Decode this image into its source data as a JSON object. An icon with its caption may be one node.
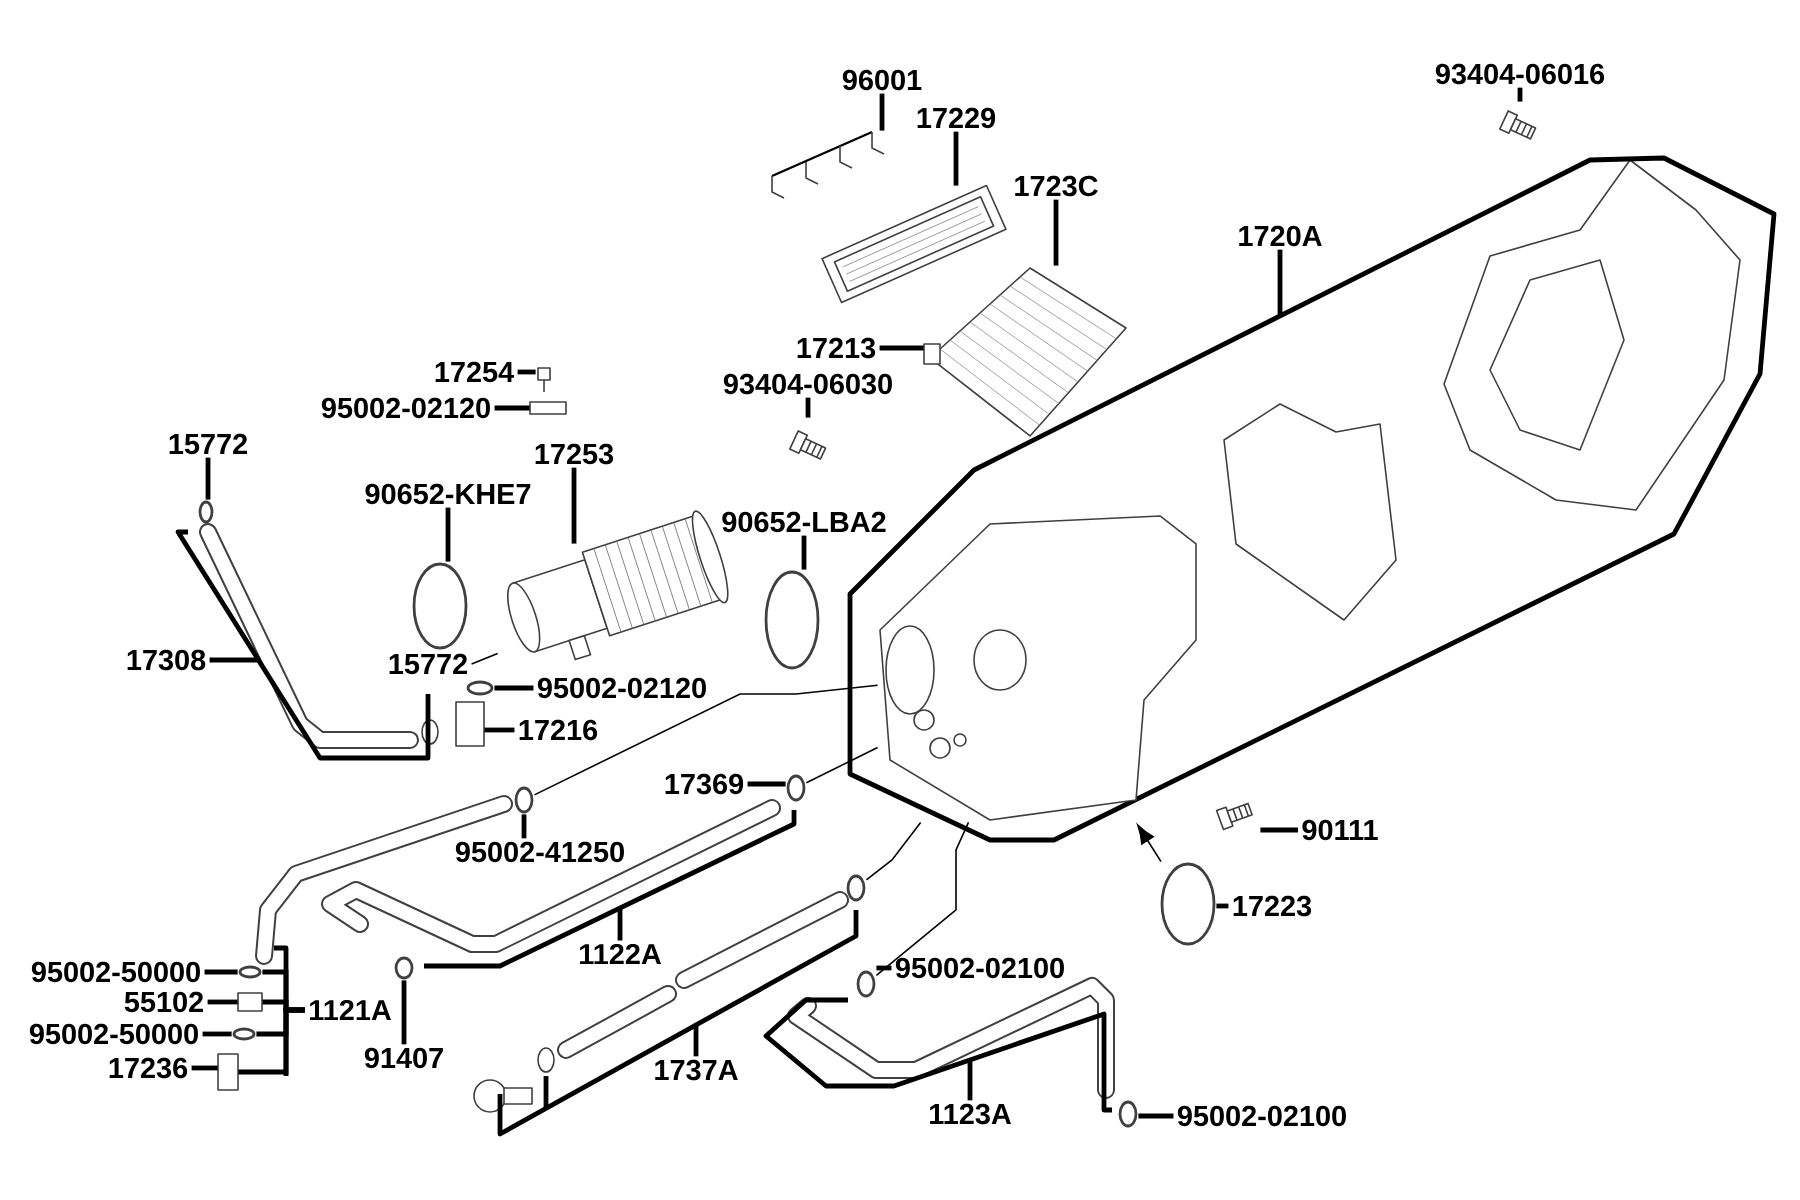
{
  "diagram": {
    "nodes": [
      {
        "text": [
          "96001"
        ]
      },
      {
        "text": [
          "17229"
        ]
      },
      {
        "text": [
          "1723C"
        ]
      },
      {
        "text": [
          "17213"
        ]
      },
      {
        "text": [
          "93404-06030"
        ]
      },
      {
        "text": [
          "17254"
        ]
      },
      {
        "text": [
          "95002-02120"
        ]
      },
      {
        "text": [
          "15772"
        ]
      },
      {
        "text": [
          "17253"
        ]
      },
      {
        "text": [
          "90652-KHE7"
        ]
      },
      {
        "text": [
          "90652-LBA2"
        ]
      },
      {
        "text": [
          "17308"
        ]
      },
      {
        "text": [
          "15772"
        ]
      },
      {
        "text": [
          "95002-02120"
        ]
      },
      {
        "text": [
          "17216"
        ]
      },
      {
        "text": [
          "17369"
        ]
      },
      {
        "text": [
          "95002-41250"
        ]
      },
      {
        "text": [
          "1122A"
        ]
      },
      {
        "text": [
          "95002-50000"
        ]
      },
      {
        "text": [
          "55102"
        ]
      },
      {
        "text": [
          "95002-50000"
        ]
      },
      {
        "text": [
          "17236"
        ]
      },
      {
        "text": [
          "1121A"
        ]
      },
      {
        "text": [
          "91407"
        ]
      },
      {
        "text": [
          "1737A"
        ]
      },
      {
        "text": [
          "1123A"
        ]
      },
      {
        "text": [
          "95002-02100"
        ]
      },
      {
        "text": [
          "95002-02100"
        ]
      },
      {
        "text": [
          "17223"
        ]
      },
      {
        "text": [
          "90111"
        ]
      },
      {
        "text": [
          "1720A"
        ]
      },
      {
        "text": [
          "93404-06016"
        ]
      },
      {
        "text": [],
        "shape": "picture"
      },
      {
        "text": [],
        "shape": "picture"
      },
      {
        "text": [],
        "shape": "picture"
      },
      {
        "text": [],
        "shape": "box"
      },
      {
        "text": [],
        "shape": "picture"
      },
      {
        "text": [],
        "shape": "picture"
      },
      {
        "text": [],
        "shape": "box"
      },
      {
        "text": [],
        "shape": "circle"
      },
      {
        "text": [],
        "shape": "picture"
      },
      {
        "text": [],
        "shape": "circle"
      },
      {
        "text": [],
        "shape": "circle"
      },
      {
        "text": [],
        "shape": "circle"
      },
      {
        "text": [],
        "shape": "box"
      },
      {
        "text": [],
        "shape": "circle"
      },
      {
        "text": [],
        "shape": "circle"
      },
      {
        "text": [],
        "shape": "circle"
      },
      {
        "text": [],
        "shape": "box"
      },
      {
        "text": [],
        "shape": "circle"
      },
      {
        "text": [],
        "shape": "box"
      },
      {
        "text": [],
        "shape": "circle"
      },
      {
        "text": [],
        "shape": "circle"
      },
      {
        "text": [],
        "shape": "circle"
      },
      {
        "text": [],
        "shape": "circle"
      },
      {
        "text": [],
        "shape": "picture"
      },
      {
        "text": [],
        "shape": "picture"
      },
      {
        "text": [],
        "shape": "picture"
      },
      {
        "text": [],
        "shape": "circle"
      }
    ],
    "edges": [
      {
        "from": 0,
        "to": 32,
        "arrow": "none"
      },
      {
        "from": 1,
        "to": 33,
        "arrow": "none"
      },
      {
        "from": 2,
        "to": 34,
        "arrow": "none"
      },
      {
        "from": 3,
        "to": 35,
        "arrow": "none"
      },
      {
        "from": 4,
        "to": 36,
        "arrow": "none"
      },
      {
        "from": 5,
        "to": 37,
        "arrow": "none"
      },
      {
        "from": 6,
        "to": 38,
        "arrow": "none"
      },
      {
        "from": 7,
        "to": 39,
        "arrow": "none"
      },
      {
        "from": 8,
        "to": 40,
        "arrow": "none"
      },
      {
        "from": 9,
        "to": 41,
        "arrow": "none"
      },
      {
        "from": 10,
        "to": 42,
        "arrow": "none"
      },
      {
        "from": 11,
        "to": null,
        "arrow": "none"
      },
      {
        "from": 12,
        "to": 40,
        "arrow": "none"
      },
      {
        "from": 13,
        "to": 43,
        "arrow": "none"
      },
      {
        "from": 14,
        "to": 44,
        "arrow": "none"
      },
      {
        "from": 15,
        "to": 45,
        "arrow": "none"
      },
      {
        "from": 16,
        "to": 46,
        "arrow": "none"
      },
      {
        "from": 17,
        "to": null,
        "arrow": "none"
      },
      {
        "from": 18,
        "to": 47,
        "arrow": "none"
      },
      {
        "from": 19,
        "to": 48,
        "arrow": "none"
      },
      {
        "from": 20,
        "to": 49,
        "arrow": "none"
      },
      {
        "from": 21,
        "to": 50,
        "arrow": "none"
      },
      {
        "from": 22,
        "to": 47,
        "arrow": "none"
      },
      {
        "from": 22,
        "to": 48,
        "arrow": "none"
      },
      {
        "from": 22,
        "to": 49,
        "arrow": "none"
      },
      {
        "from": 22,
        "to": 50,
        "arrow": "none"
      },
      {
        "from": 23,
        "to": 51,
        "arrow": "none"
      },
      {
        "from": 24,
        "to": null,
        "arrow": "none"
      },
      {
        "from": 25,
        "to": null,
        "arrow": "none"
      },
      {
        "from": 26,
        "to": 52,
        "arrow": "none"
      },
      {
        "from": 27,
        "to": 53,
        "arrow": "none"
      },
      {
        "from": 28,
        "to": 54,
        "arrow": "none"
      },
      {
        "from": 29,
        "to": 55,
        "arrow": "none"
      },
      {
        "from": 30,
        "to": null,
        "arrow": "none"
      },
      {
        "from": 31,
        "to": 56,
        "arrow": "none"
      },
      {
        "from": 46,
        "to": 57,
        "arrow": "none"
      },
      {
        "from": 45,
        "to": 57,
        "arrow": "none"
      },
      {
        "from": 58,
        "to": 57,
        "arrow": "none"
      },
      {
        "from": 52,
        "to": 57,
        "arrow": "none"
      },
      {
        "from": 54,
        "to": 57,
        "arrow": "to"
      }
    ]
  }
}
